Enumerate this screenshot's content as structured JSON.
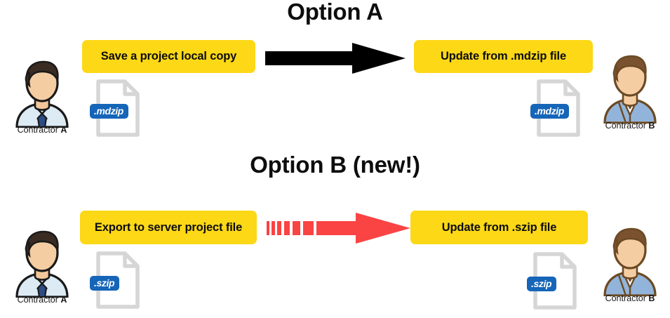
{
  "diagram": {
    "title_a": "Option A",
    "title_b": "Option B (new!)",
    "colors": {
      "action_box": "#FCD817",
      "arrow_black": "#000000",
      "arrow_red": "#FA4343",
      "file_badge": "#1565B8",
      "file_outline": "#D6D6D6",
      "text": "#0D0D0D"
    }
  },
  "option_a": {
    "left_person": {
      "label_prefix": "Contractor ",
      "label_suffix": "A",
      "icon": "person-avatar-icon"
    },
    "right_person": {
      "label_prefix": "Contractor ",
      "label_suffix": "B",
      "icon": "person-avatar-icon"
    },
    "left_action": "Save a project local copy",
    "right_action": "Update from .mdzip file",
    "left_file": {
      "extension": ".mdzip",
      "icon": "file-document-icon"
    },
    "right_file": {
      "extension": ".mdzip",
      "icon": "file-document-icon"
    },
    "arrow": {
      "icon": "arrow-right-solid-icon",
      "style": "solid",
      "color": "#000000"
    }
  },
  "option_b": {
    "left_person": {
      "label_prefix": "Contractor ",
      "label_suffix": "A",
      "icon": "person-avatar-icon"
    },
    "right_person": {
      "label_prefix": "Contractor ",
      "label_suffix": "B",
      "icon": "person-avatar-icon"
    },
    "left_action": "Export to server project file",
    "right_action": "Update from .szip file",
    "left_file": {
      "extension": ".szip",
      "icon": "file-document-icon"
    },
    "right_file": {
      "extension": ".szip",
      "icon": "file-document-icon"
    },
    "arrow": {
      "icon": "arrow-right-dashed-icon",
      "style": "dashed-tail",
      "color": "#FA4343"
    }
  }
}
